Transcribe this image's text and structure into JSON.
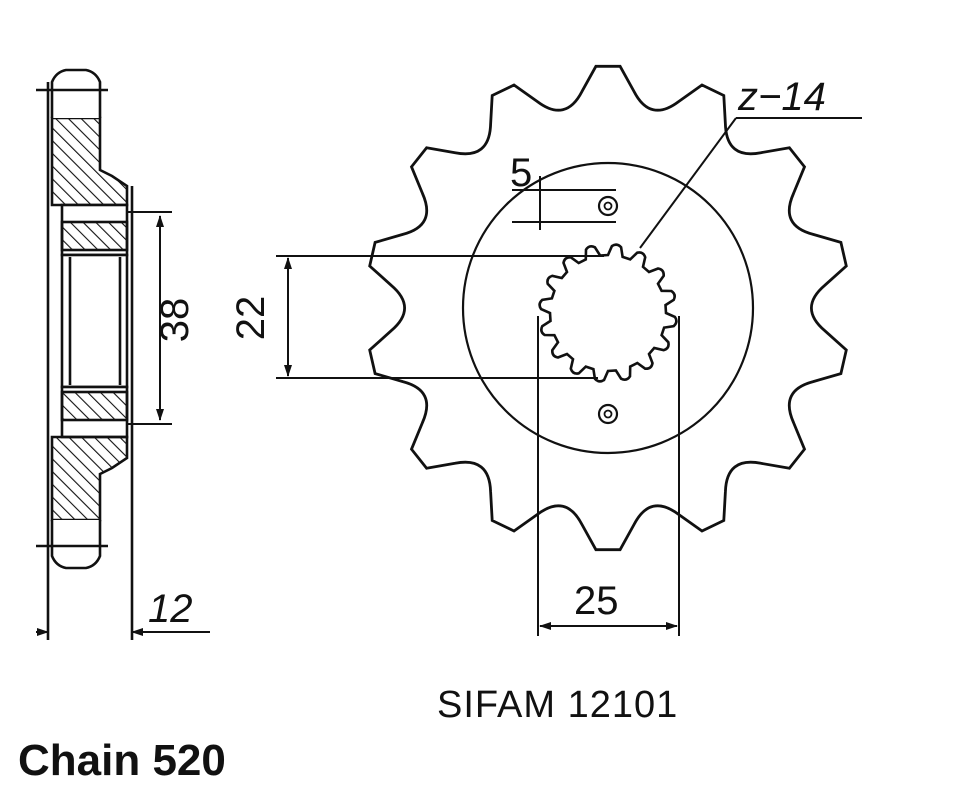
{
  "sprocket": {
    "teeth_label": "z−14",
    "dim_hole_offset": "5",
    "dim_spline_diameter": "22",
    "dim_hub_diameter": "38",
    "dim_thickness": "12",
    "dim_bolt_spacing": "25",
    "teeth_count": 14,
    "spline_count": 16
  },
  "labels": {
    "model": "SIFAM  12101",
    "chain": "Chain 520"
  },
  "colors": {
    "line": "#111111",
    "background": "#ffffff"
  }
}
